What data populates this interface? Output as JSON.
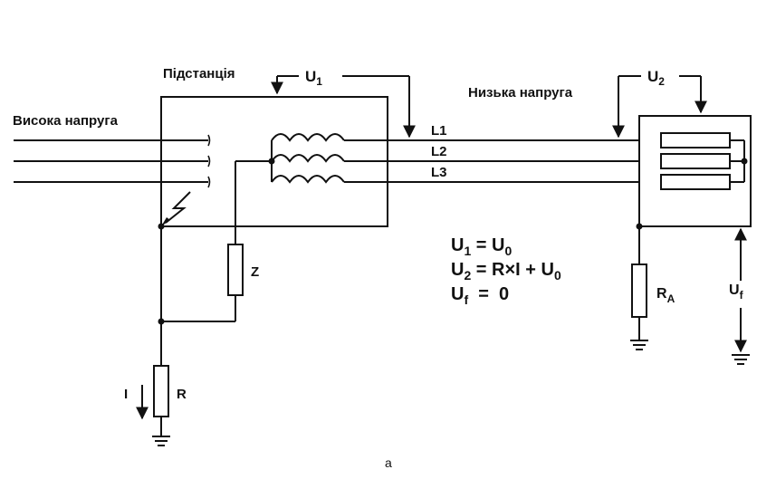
{
  "labels": {
    "substation": "Підстанція",
    "high_voltage": "Висока напруга",
    "low_voltage": "Низька напруга",
    "u1": "U",
    "u1_sub": "1",
    "u2": "U",
    "u2_sub": "2",
    "l1": "L1",
    "l2": "L2",
    "l3": "L3",
    "z": "Z",
    "r": "R",
    "current": "I",
    "ra": "R",
    "ra_sub": "A",
    "uf": "U",
    "uf_sub": "f",
    "caption": "a"
  },
  "equations": [
    {
      "lhs": "U",
      "lhs_sub": "1",
      "rhs": " = U",
      "rhs_sub": "0",
      "rhs_tail": ""
    },
    {
      "lhs": "U",
      "lhs_sub": "2",
      "rhs": " = R×I + U",
      "rhs_sub": "0",
      "rhs_tail": ""
    },
    {
      "lhs": "U",
      "lhs_sub": "f",
      "rhs": "  =  0",
      "rhs_sub": "",
      "rhs_tail": ""
    }
  ]
}
